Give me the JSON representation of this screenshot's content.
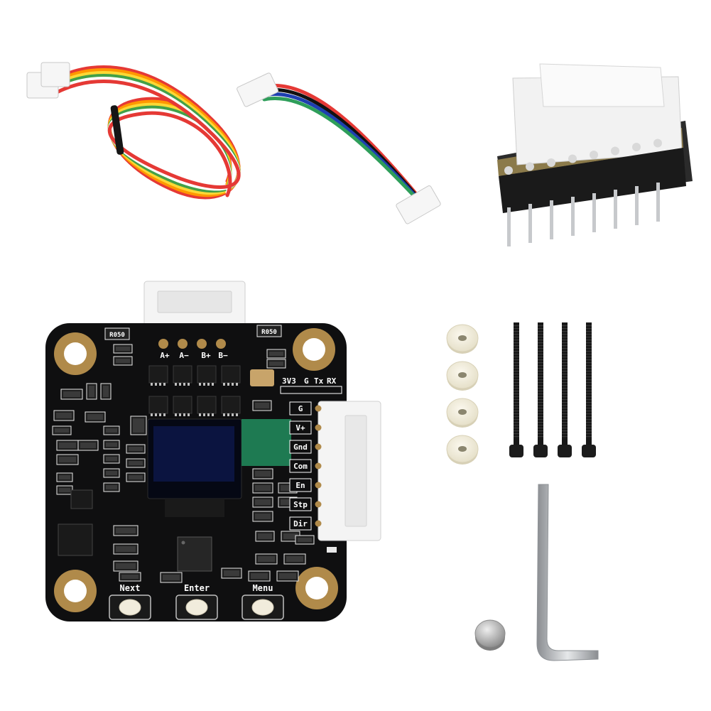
{
  "board": {
    "motor_pins": [
      "A+",
      "A−",
      "B+",
      "B−"
    ],
    "uart_header": [
      "3V3",
      "G",
      "Tx",
      "RX"
    ],
    "pin_labels": [
      "G",
      "V+",
      "Gnd",
      "Com",
      "En",
      "Stp",
      "Dir"
    ],
    "resistor_left": "R050",
    "resistor_right": "R050",
    "button_labels": [
      "Next",
      "Enter",
      "Menu"
    ]
  },
  "colors": {
    "pcb": "#0f0f10",
    "silkscreen": "#ffffff",
    "gold_pad": "#b08a4a",
    "connector": "#f4f4f4",
    "heatsink_pad": "#1e7a52",
    "washer": "#f2ecd6",
    "screw": "#181818",
    "hex_key": "#b9bcc0"
  },
  "items": {
    "long_cable_wires": [
      "#e53935",
      "#ff9800",
      "#fdd835",
      "#43a047",
      "#ffffff",
      "#e53935"
    ],
    "short_cable_wires": [
      "#e53935",
      "#111111",
      "#1e3fb0",
      "#2e9e5a"
    ],
    "washer_count": 4,
    "screw_count": 4
  }
}
